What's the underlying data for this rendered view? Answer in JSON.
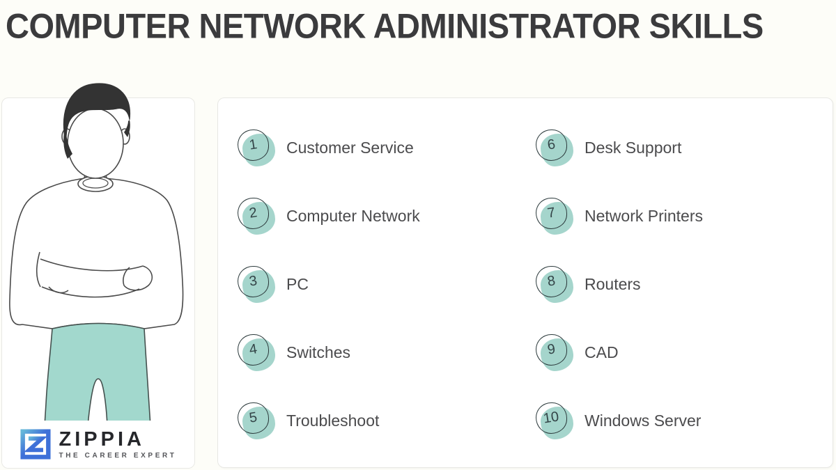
{
  "title": "COMPUTER NETWORK ADMINISTRATOR SKILLS",
  "skills": [
    {
      "number": "1",
      "label": "Customer Service"
    },
    {
      "number": "2",
      "label": "Computer Network"
    },
    {
      "number": "3",
      "label": "PC"
    },
    {
      "number": "4",
      "label": "Switches"
    },
    {
      "number": "5",
      "label": "Troubleshoot"
    },
    {
      "number": "6",
      "label": "Desk Support"
    },
    {
      "number": "7",
      "label": "Network Printers"
    },
    {
      "number": "8",
      "label": "Routers"
    },
    {
      "number": "9",
      "label": "CAD"
    },
    {
      "number": "10",
      "label": "Windows Server"
    }
  ],
  "logo": {
    "brand": "ZIPPIA",
    "tagline": "THE CAREER EXPERT",
    "icon": "zippia-z-icon"
  },
  "illustration": "man-with-crossed-arms",
  "colors": {
    "background": "#fdfdf8",
    "card_border": "#e8e8e4",
    "accent_teal": "#a5d5cc",
    "pants_teal": "#a2d8cd",
    "badge_outline": "#2c3a3c",
    "title_color": "#3b3b3d",
    "text_color": "#4b4b4d",
    "logo_blue": "#3e70d8",
    "logo_teal_accent": "#66b7d9"
  }
}
